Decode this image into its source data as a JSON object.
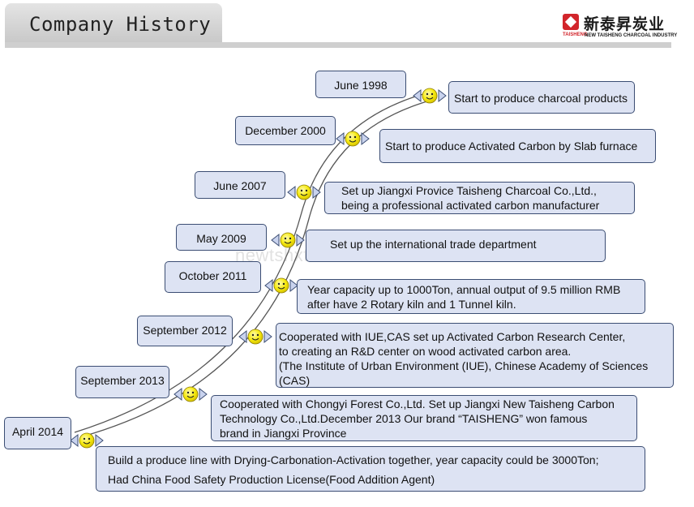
{
  "header": {
    "title": "Company History",
    "logo_cn": "新泰昇炭业",
    "logo_brand": "TAISHENG",
    "logo_en": "NEW TAISHENG CHARCOAL INDUSTRY"
  },
  "watermark": "newtshxt.en.alibaba.com",
  "colors": {
    "box_fill": "#dde3f3",
    "box_border": "#3b4d73",
    "marker": "#f6ea10",
    "arrow_fill": "#c9d3ee",
    "logo_red": "#d2252b"
  },
  "timeline": [
    {
      "date": "June 1998",
      "event": "Start to produce charcoal products"
    },
    {
      "date": "December 2000",
      "event": "Start to produce Activated Carbon by Slab furnace"
    },
    {
      "date": "June 2007",
      "event": "Set up Jiangxi Provice Taisheng Charcoal Co.,Ltd.,\n being a professional activated carbon manufacturer"
    },
    {
      "date": "May 2009",
      "event": "Set up the international trade department"
    },
    {
      "date": "October 2011",
      "event": "Year capacity up to 1000Ton, annual output of 9.5 million RMB\nafter have 2 Rotary kiln and 1 Tunnel kiln."
    },
    {
      "date": "September 2012",
      "event": "Cooperated with IUE,CAS set up Activated Carbon Research Center,\n to creating an R&D center on wood activated carbon area.\n(The Institute of Urban Environment (IUE), Chinese Academy of Sciences\n(CAS)"
    },
    {
      "date": "September 2013",
      "event": "Cooperated with Chongyi Forest Co.,Ltd. Set up Jiangxi New Taisheng Carbon\n Technology Co.,Ltd.December 2013 Our brand “TAISHENG” won famous\n brand in Jiangxi Province"
    },
    {
      "date": "April 2014",
      "event": "Build a produce line with Drying-Carbonation-Activation together, year capacity could be 3000Ton;\nHad China Food Safety Production License(Food Addition Agent)"
    }
  ]
}
